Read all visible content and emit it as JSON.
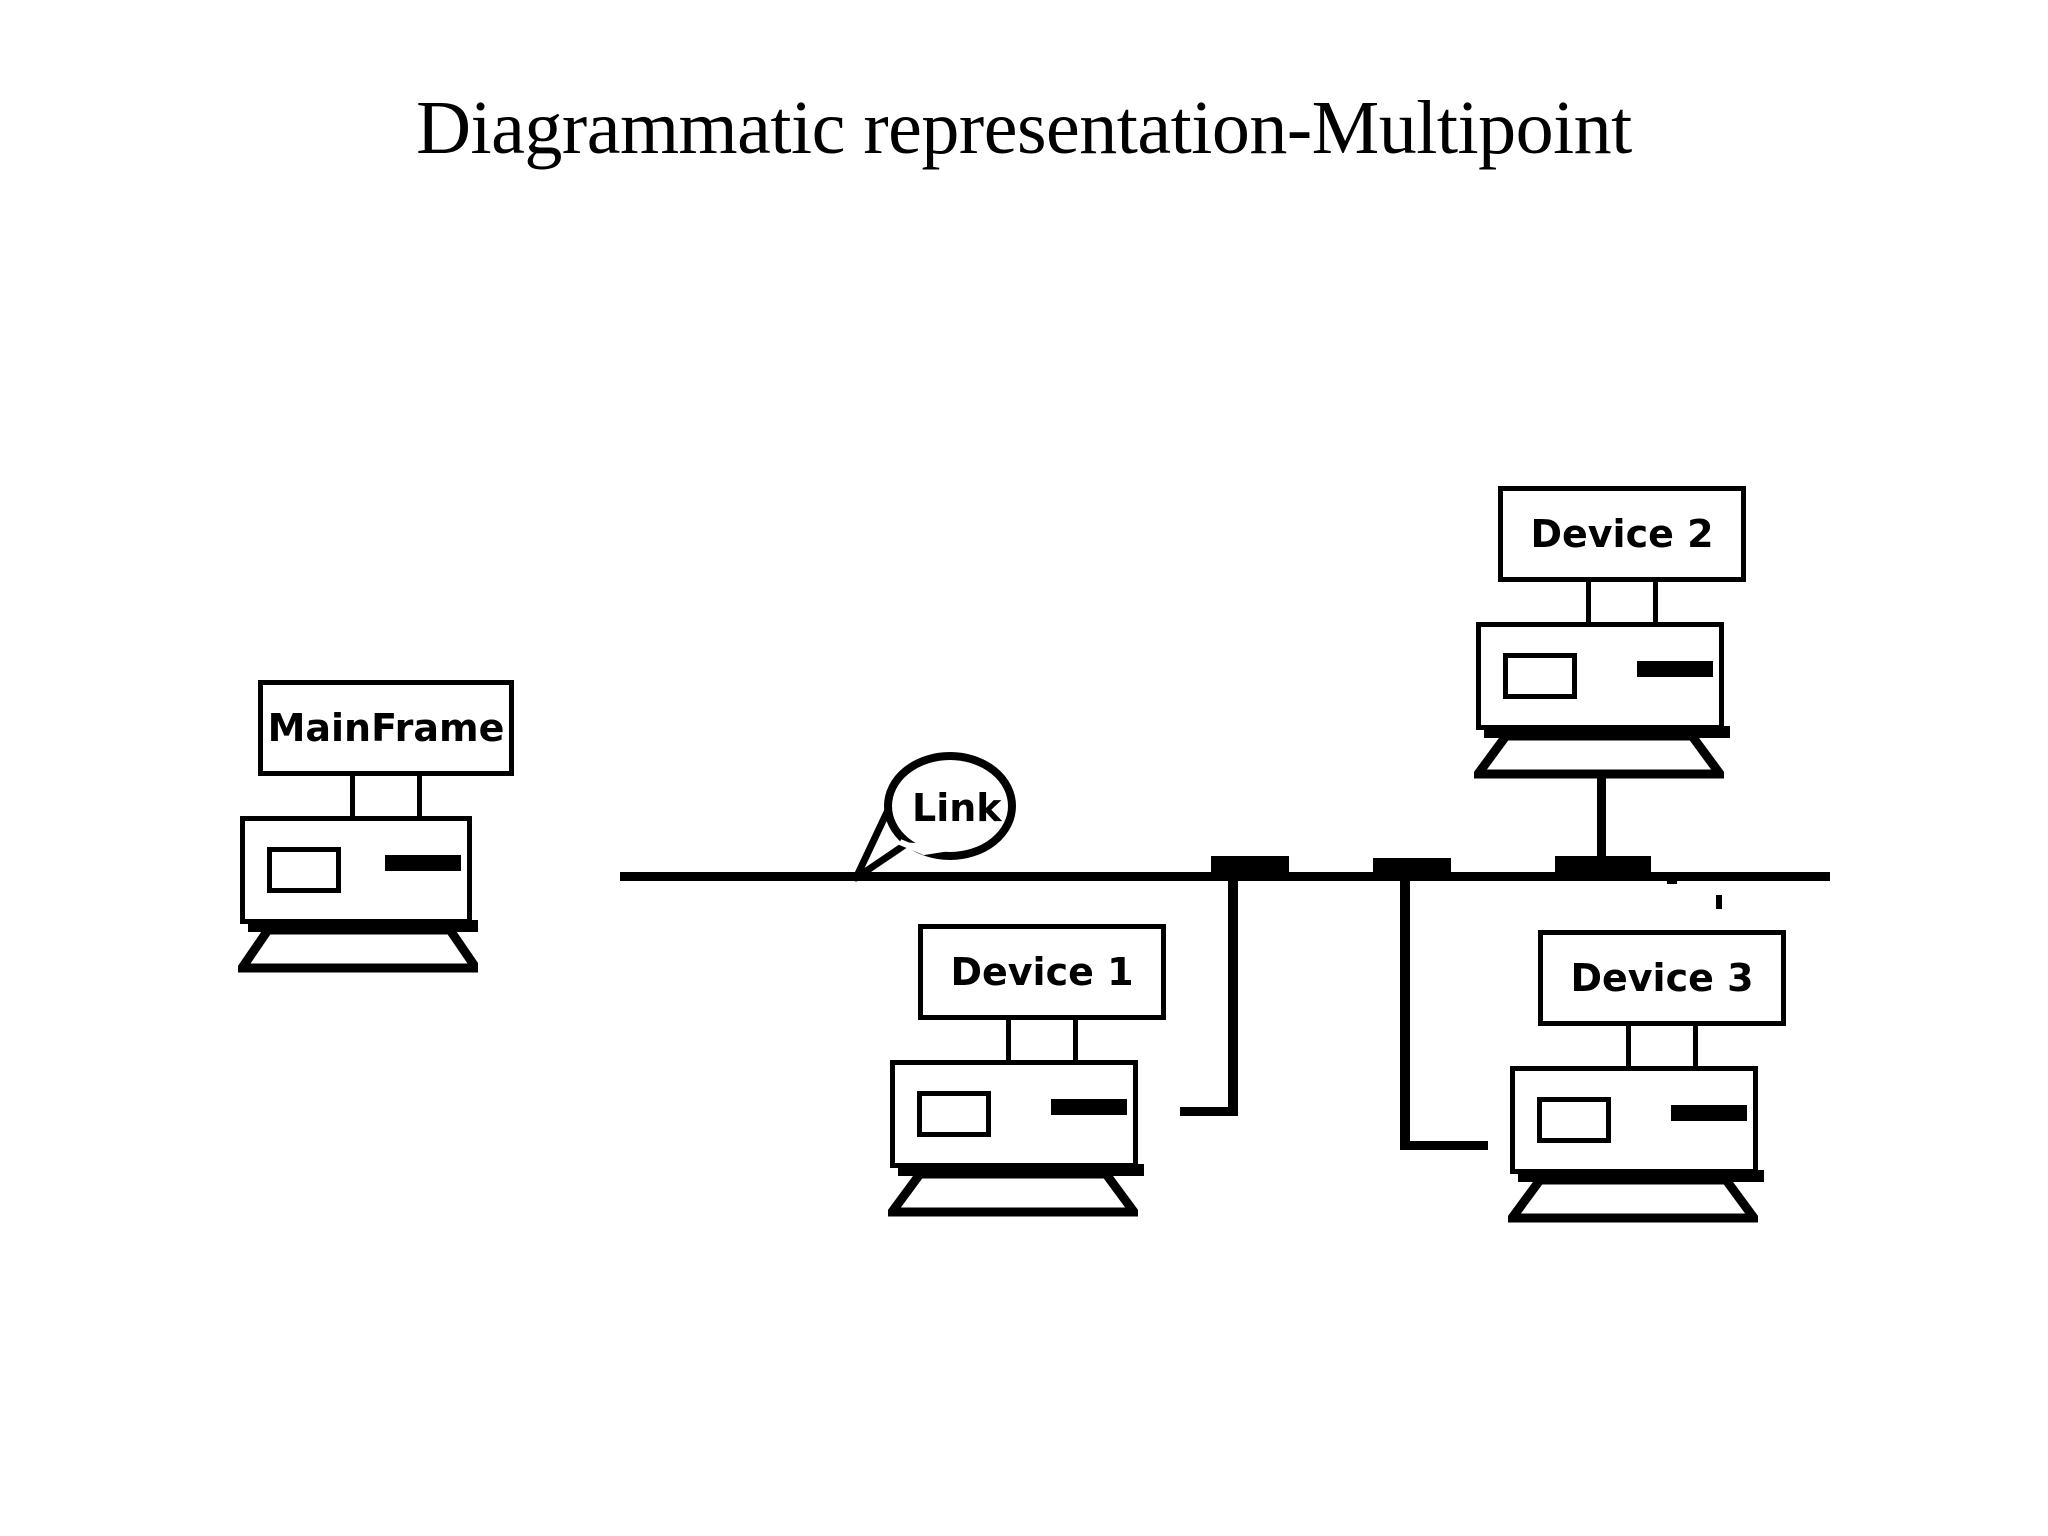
{
  "slide": {
    "title": "Diagrammatic representation-Multipoint",
    "background_color": "#ffffff",
    "ink_color": "#000000"
  },
  "diagram": {
    "type": "network-topology",
    "topology": "multipoint",
    "link_label": "Link",
    "bus": {
      "description": "horizontal shared link (bus) running from the MainFrame to the right edge",
      "tap_count": 3
    },
    "nodes": [
      {
        "id": "mainframe",
        "label": "MainFrame",
        "role": "host",
        "position": "left",
        "connects_to": "bus"
      },
      {
        "id": "device-1",
        "label": "Device 1",
        "role": "terminal",
        "position": "below-bus-center",
        "connects_to": "bus"
      },
      {
        "id": "device-2",
        "label": "Device 2",
        "role": "terminal",
        "position": "above-bus-right",
        "connects_to": "bus"
      },
      {
        "id": "device-3",
        "label": "Device 3",
        "role": "terminal",
        "position": "below-bus-right",
        "connects_to": "bus"
      }
    ]
  }
}
